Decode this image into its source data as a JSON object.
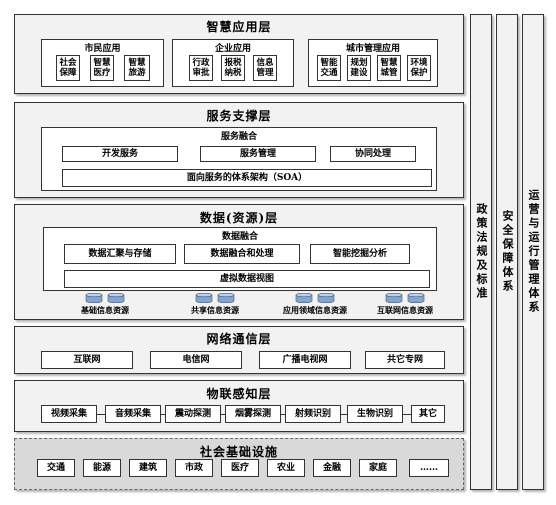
{
  "app_layer": {
    "title": "智慧应用层",
    "groups": [
      {
        "title": "市民应用",
        "items": [
          "社会保障",
          "智慧医疗",
          "智慧旅游"
        ]
      },
      {
        "title": "企业应用",
        "items": [
          "行政审批",
          "报税纳税",
          "信息管理"
        ]
      },
      {
        "title": "城市管理应用",
        "items": [
          "智能交通",
          "规划建设",
          "智慧城管",
          "环境保护"
        ]
      }
    ]
  },
  "service_layer": {
    "title": "服务支撑层",
    "group_title": "服务融合",
    "items": [
      "开发服务",
      "服务管理",
      "协同处理"
    ],
    "soa": "面向服务的体系架构（SOA）"
  },
  "data_layer": {
    "title": "数据(资源)层",
    "group_title": "数据融合",
    "items": [
      "数据汇聚与存储",
      "数据融合和处理",
      "智能挖掘分析"
    ],
    "virtual_view": "虚拟数据视图",
    "resources": [
      "基础信息资源",
      "共享信息资源",
      "应用领域信息资源",
      "互联网信息资源"
    ]
  },
  "network_layer": {
    "title": "网络通信层",
    "items": [
      "互联网",
      "电信网",
      "广播电视网",
      "共它专网"
    ]
  },
  "iot_layer": {
    "title": "物联感知层",
    "items": [
      "视频采集",
      "音频采集",
      "震动探测",
      "烟雾探测",
      "射频识别",
      "生物识别",
      "其它"
    ]
  },
  "infra_layer": {
    "title": "社会基础设施",
    "items": [
      "交通",
      "能源",
      "建筑",
      "市政",
      "医疗",
      "农业",
      "金融",
      "家庭",
      "……"
    ]
  },
  "side_bars": [
    "政策法规及标准",
    "安全保障体系",
    "运营与运行管理体系"
  ]
}
